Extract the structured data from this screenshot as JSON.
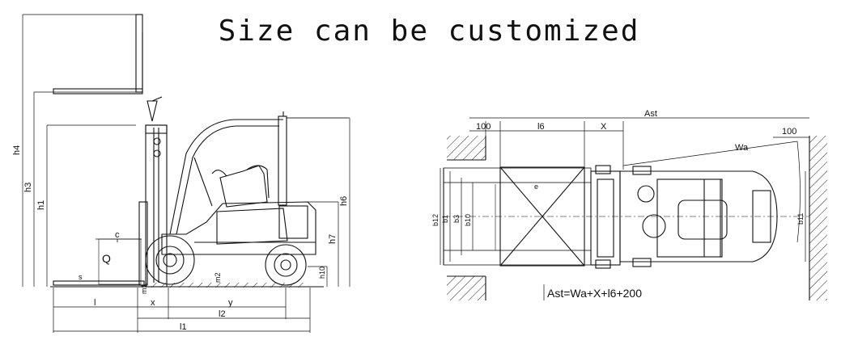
{
  "title": "Size can be customized",
  "side_view": {
    "labels": {
      "h4": "h4",
      "h3": "h3",
      "h1": "h1",
      "h6": "h6",
      "h7": "h7",
      "h10": "h10",
      "m1": "m1",
      "m2": "m2",
      "s": "s",
      "c": "c",
      "q": "Q",
      "l": "l",
      "x": "x",
      "y": "y",
      "l2": "l2",
      "l1": "l1"
    }
  },
  "top_view": {
    "labels": {
      "ast": "Ast",
      "d100_left": "100",
      "l6": "l6",
      "x": "X",
      "d100_right": "100",
      "wa": "Wa",
      "e": "e",
      "b12": "b12",
      "b1": "b1",
      "b3": "b3",
      "b10": "b10",
      "b11": "b11",
      "formula": "Ast=Wa+X+l6+200"
    }
  }
}
